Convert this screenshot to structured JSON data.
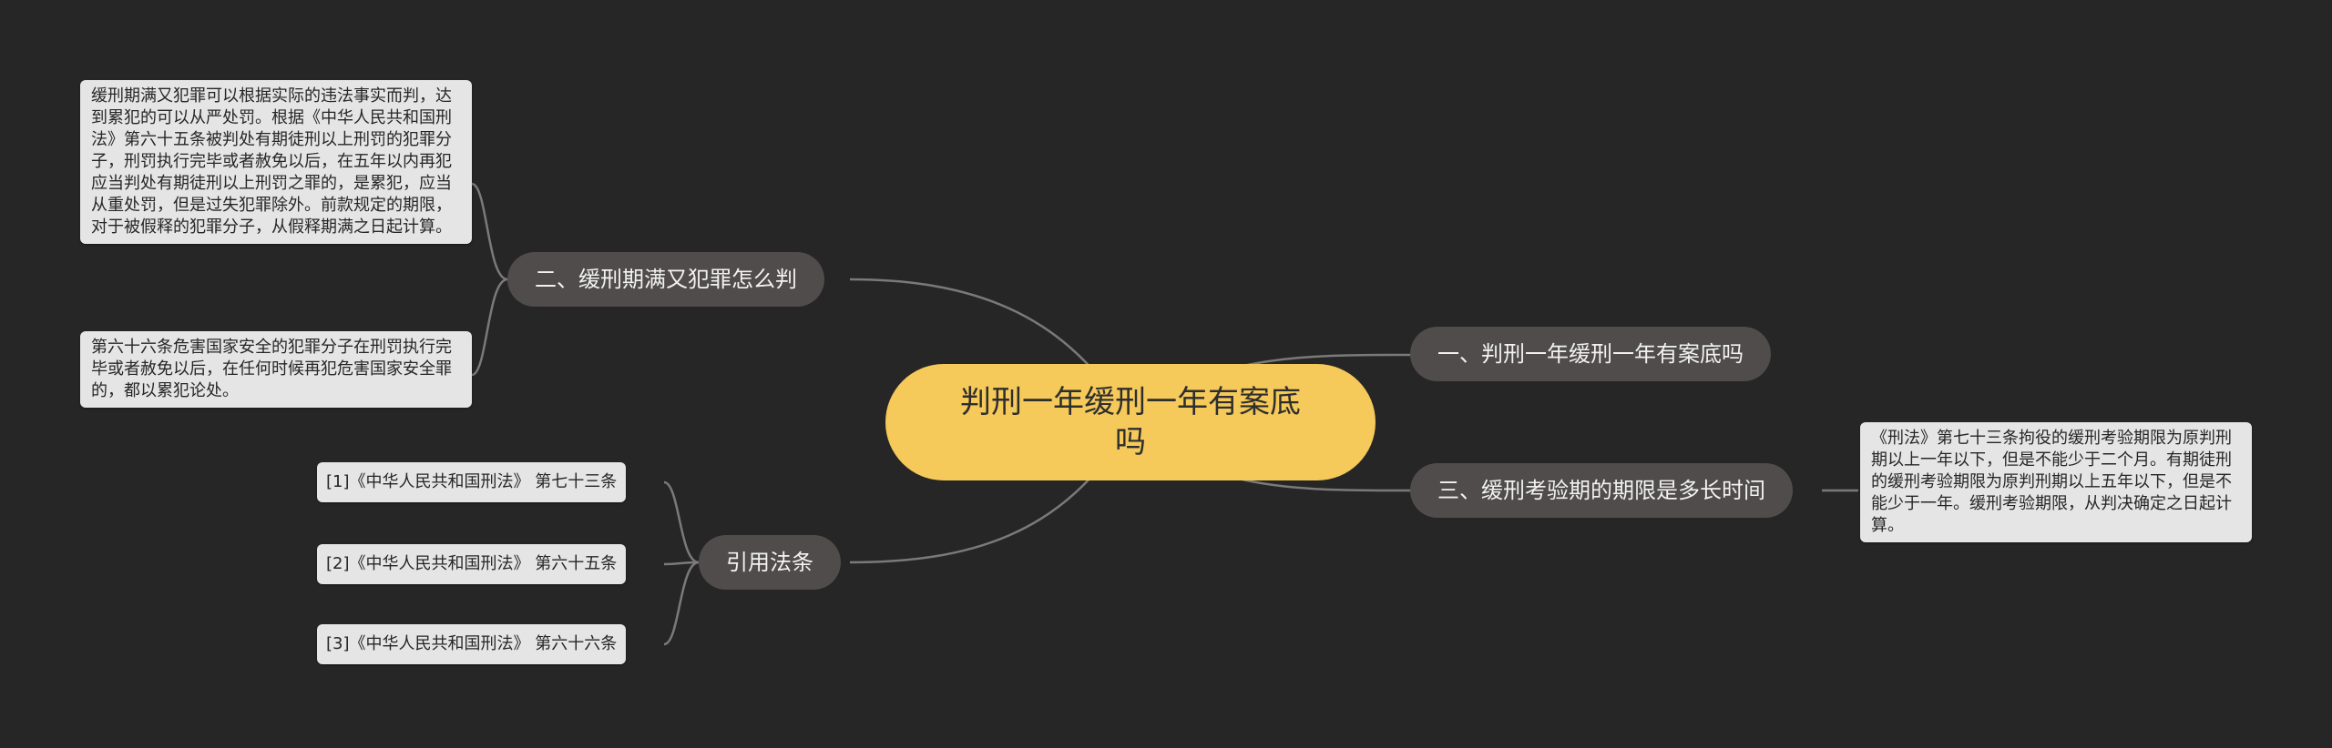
{
  "root": {
    "label": "判刑一年缓刑一年有案底吗"
  },
  "branches": {
    "b1": {
      "label": "一、判刑一年缓刑一年有案底吗"
    },
    "b2": {
      "label": "二、缓刑期满又犯罪怎么判"
    },
    "b3": {
      "label": "三、缓刑考验期的期限是多长时间"
    },
    "refs": {
      "label": "引用法条"
    }
  },
  "leaves": {
    "b2_1": "缓刑期满又犯罪可以根据实际的违法事实而判，达到累犯的可以从严处罚。根据《中华人民共和国刑法》第六十五条被判处有期徒刑以上刑罚的犯罪分子，刑罚执行完毕或者赦免以后，在五年以内再犯应当判处有期徒刑以上刑罚之罪的，是累犯，应当从重处罚，但是过失犯罪除外。前款规定的期限，对于被假释的犯罪分子，从假释期满之日起计算。",
    "b2_2": "第六十六条危害国家安全的犯罪分子在刑罚执行完毕或者赦免以后，在任何时候再犯危害国家安全罪的，都以累犯论处。",
    "b3_1": "《刑法》第七十三条拘役的缓刑考验期限为原判刑期以上一年以下，但是不能少于二个月。有期徒刑的缓刑考验期限为原判刑期以上五年以下，但是不能少于一年。缓刑考验期限，从判决确定之日起计算。"
  },
  "refs": [
    "[1]《中华人民共和国刑法》 第七十三条",
    "[2]《中华人民共和国刑法》 第六十五条",
    "[3]《中华人民共和国刑法》 第六十六条"
  ],
  "colors": {
    "background": "#262626",
    "root_fill": "#f5c95a",
    "branch_fill": "#4f4c4b",
    "leaf_fill": "#e5e5e5",
    "connector": "#7a7a7a"
  }
}
